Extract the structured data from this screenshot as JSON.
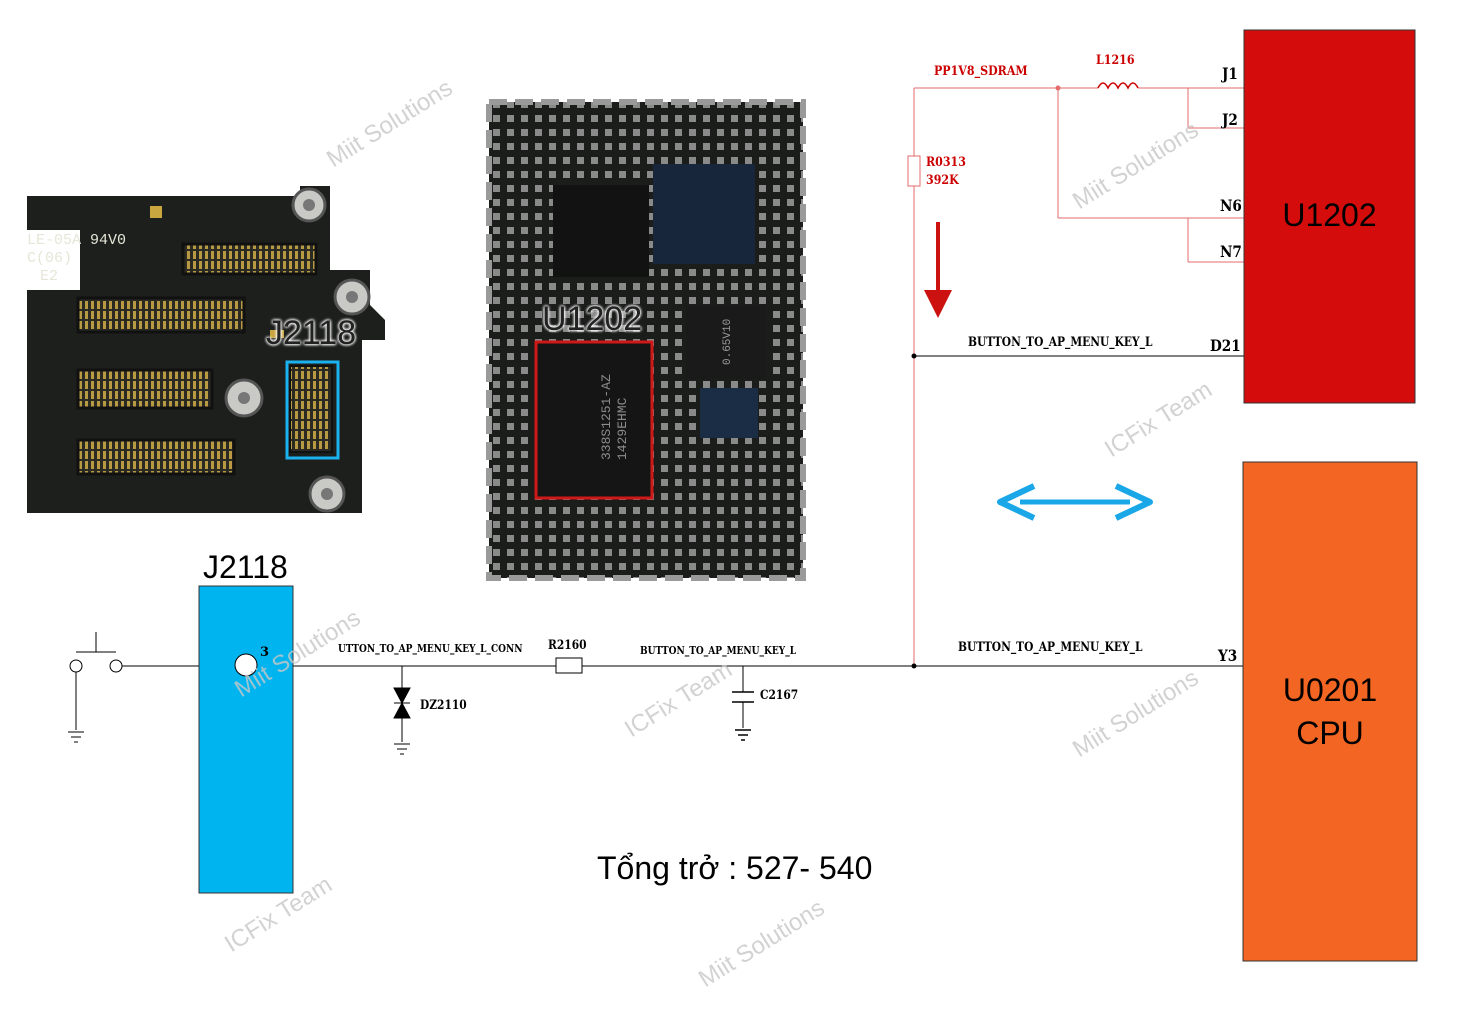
{
  "connector_label": "J2118",
  "photo_connector_label": "J2118",
  "photo_chip_label": "U1202",
  "pin_number": "3",
  "nets": {
    "conn": "UTTON_TO_AP_MENU_KEY_L_CONN",
    "mid": "BUTTON_TO_AP_MENU_KEY_L",
    "right": "BUTTON_TO_AP_MENU_KEY_L",
    "upper": "BUTTON_TO_AP_MENU_KEY_L",
    "power": "PP1V8_SDRAM"
  },
  "components": {
    "diode": "DZ2110",
    "resistor": "R2160",
    "capacitor": "C2167",
    "inductor": "L1216",
    "pullup_name": "R0313",
    "pullup_value": "392K"
  },
  "u1202": {
    "name": "U1202",
    "pins": [
      "J1",
      "J2",
      "N6",
      "N7",
      "D21"
    ]
  },
  "u0201": {
    "line1": "U0201",
    "line2": "CPU",
    "pin": "Y3"
  },
  "impedance_text": "Tổng trở : 527- 540",
  "photo_markings": {
    "board_top": "LE-05A  94V0",
    "board_c": "C(06)",
    "board_e": "E2",
    "chip_main": "338S1251-AZ",
    "chip_main_2": "1429EHMC",
    "chip_small": "0.65V10"
  },
  "watermarks": [
    "Miit Solutions",
    "ICFix Team"
  ],
  "colors": {
    "u1202": "#d40c0c",
    "u0201": "#f26522",
    "j2118": "#00b4f0",
    "arrow_red": "#cc1111",
    "arrow_blue": "#1aa7e8",
    "red_trace": "#e36b6b"
  }
}
